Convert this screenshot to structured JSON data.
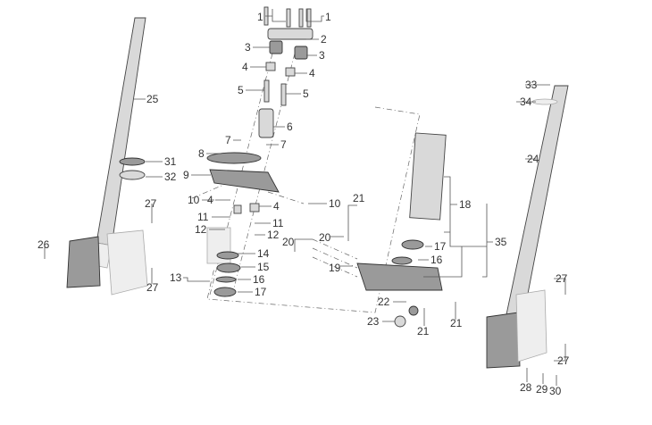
{
  "diagram": {
    "callouts": [
      "1",
      "1",
      "2",
      "3",
      "3",
      "4",
      "4",
      "5",
      "5",
      "6",
      "7",
      "7",
      "8",
      "9",
      "10",
      "10",
      "4",
      "4",
      "11",
      "11",
      "12",
      "12",
      "13",
      "14",
      "15",
      "16",
      "17",
      "25",
      "31",
      "32",
      "26",
      "27",
      "27",
      "33",
      "34",
      "24",
      "18",
      "17",
      "16",
      "35",
      "21",
      "20",
      "20",
      "19",
      "22",
      "23",
      "21",
      "21",
      "27",
      "27",
      "28",
      "29",
      "30"
    ]
  }
}
